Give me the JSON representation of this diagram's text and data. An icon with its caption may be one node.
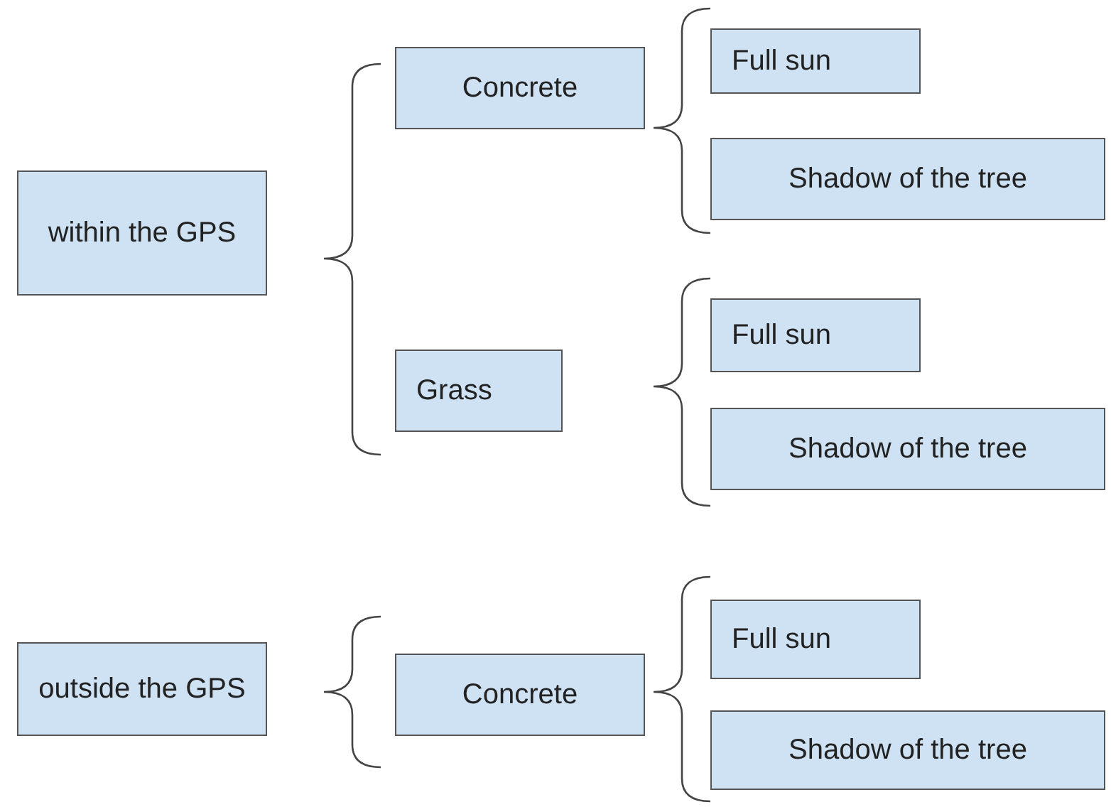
{
  "diagram": {
    "nodes": [
      {
        "text": [
          "within the GPS"
        ]
      },
      {
        "text": [
          "Concrete"
        ]
      },
      {
        "text": [
          "Full sun"
        ]
      },
      {
        "text": [
          "Shadow of the tree"
        ]
      },
      {
        "text": [
          "Grass"
        ]
      },
      {
        "text": [
          "Full sun"
        ]
      },
      {
        "text": [
          "Shadow of the tree"
        ]
      },
      {
        "text": [
          "outside the GPS"
        ]
      },
      {
        "text": [
          "Concrete"
        ]
      },
      {
        "text": [
          "Full sun"
        ]
      },
      {
        "text": [
          "Shadow of the tree"
        ]
      }
    ]
  }
}
